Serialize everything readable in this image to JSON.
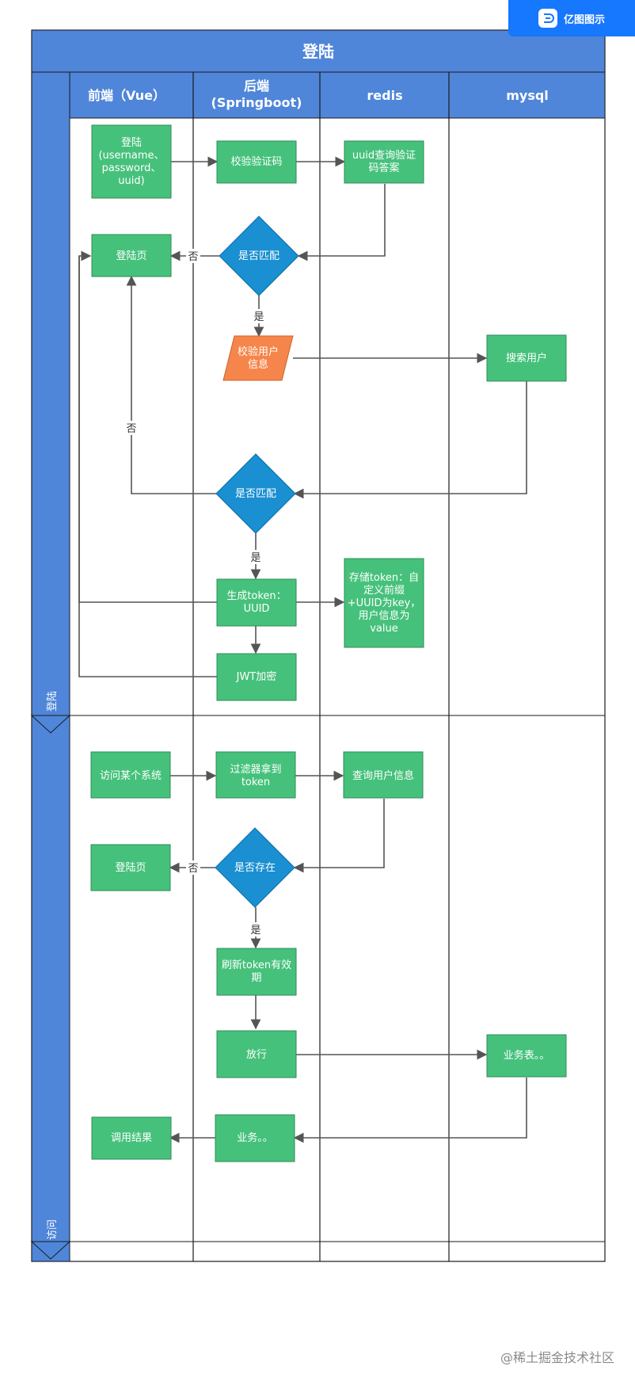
{
  "badge": {
    "brand": "亿图图示"
  },
  "footer": {
    "watermark": "@稀土掘金技术社区"
  },
  "diagram": {
    "title": "登陆",
    "lanes": [
      "前端（Vue）",
      "后端\n(Springboot)",
      "redis",
      "mysql"
    ],
    "phases": [
      "登陆",
      "访问"
    ],
    "nodes": {
      "login_req": "登陆\n(username、\npassword、\nuuid)",
      "verify_code": "校验验证码",
      "redis_uuid": "uuid查询验证\n码答案",
      "match1": "是否匹配",
      "login_page1": "登陆页",
      "verify_user": "校验用户\n信息",
      "search_user": "搜索用户",
      "match2": "是否匹配",
      "gen_token": "生成token：\nUUID",
      "store_token": "存储token：自\n定义前缀\n+UUID为key，\n用户信息为\nvalue",
      "jwt": "JWT加密",
      "visit": "访问某个系统",
      "filter": "过滤器拿到\ntoken",
      "query_user": "查询用户信息",
      "exists": "是否存在",
      "login_page2": "登陆页",
      "refresh": "刷新token有效\n期",
      "pass": "放行",
      "biz_table": "业务表。。",
      "biz": "业务。。",
      "result": "调用结果"
    },
    "edge_labels": {
      "yes": "是",
      "no": "否"
    },
    "colors": {
      "header": "#4f86d9",
      "process": "#46c17b",
      "process_border": "#2e8b57",
      "decision": "#1a8fd1",
      "io": "#f6854b",
      "line": "#555555",
      "border": "#1a1a1a"
    }
  }
}
